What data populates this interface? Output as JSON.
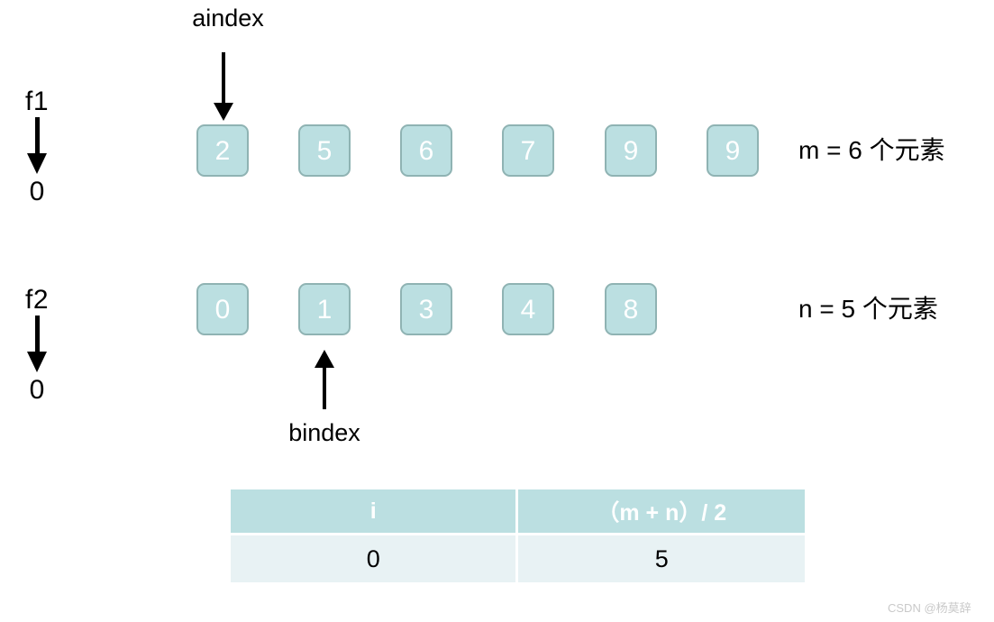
{
  "diagram": {
    "pointers": [
      {
        "name": "f1",
        "value": "0",
        "arrow": "arrow-down-icon"
      },
      {
        "name": "f2",
        "value": "0",
        "arrow": "arrow-down-icon"
      }
    ],
    "rows": [
      {
        "id": "row-a",
        "values": [
          "2",
          "5",
          "6",
          "7",
          "9",
          "9"
        ],
        "count_label": "m = 6 个元素",
        "index_marker": {
          "label": "aindex",
          "direction": "down",
          "target_cell_index": 0
        }
      },
      {
        "id": "row-b",
        "values": [
          "0",
          "1",
          "3",
          "4",
          "8"
        ],
        "count_label": "n = 5 个元素",
        "index_marker": {
          "label": "bindex",
          "direction": "up",
          "target_cell_index": 1
        }
      }
    ],
    "table": {
      "headers": [
        "i",
        "（m + n）/ 2"
      ],
      "rows": [
        [
          "0",
          "5"
        ]
      ]
    },
    "watermark": "CSDN @杨莫辞",
    "colors": {
      "cell_fill": "#bbdfe1",
      "cell_border": "#8fb3b3",
      "cell_text": "#ffffff",
      "table_header_bg": "#bbdfe1",
      "table_body_bg": "#e8f2f4",
      "text": "#000000",
      "watermark": "#c9c9c9"
    }
  }
}
